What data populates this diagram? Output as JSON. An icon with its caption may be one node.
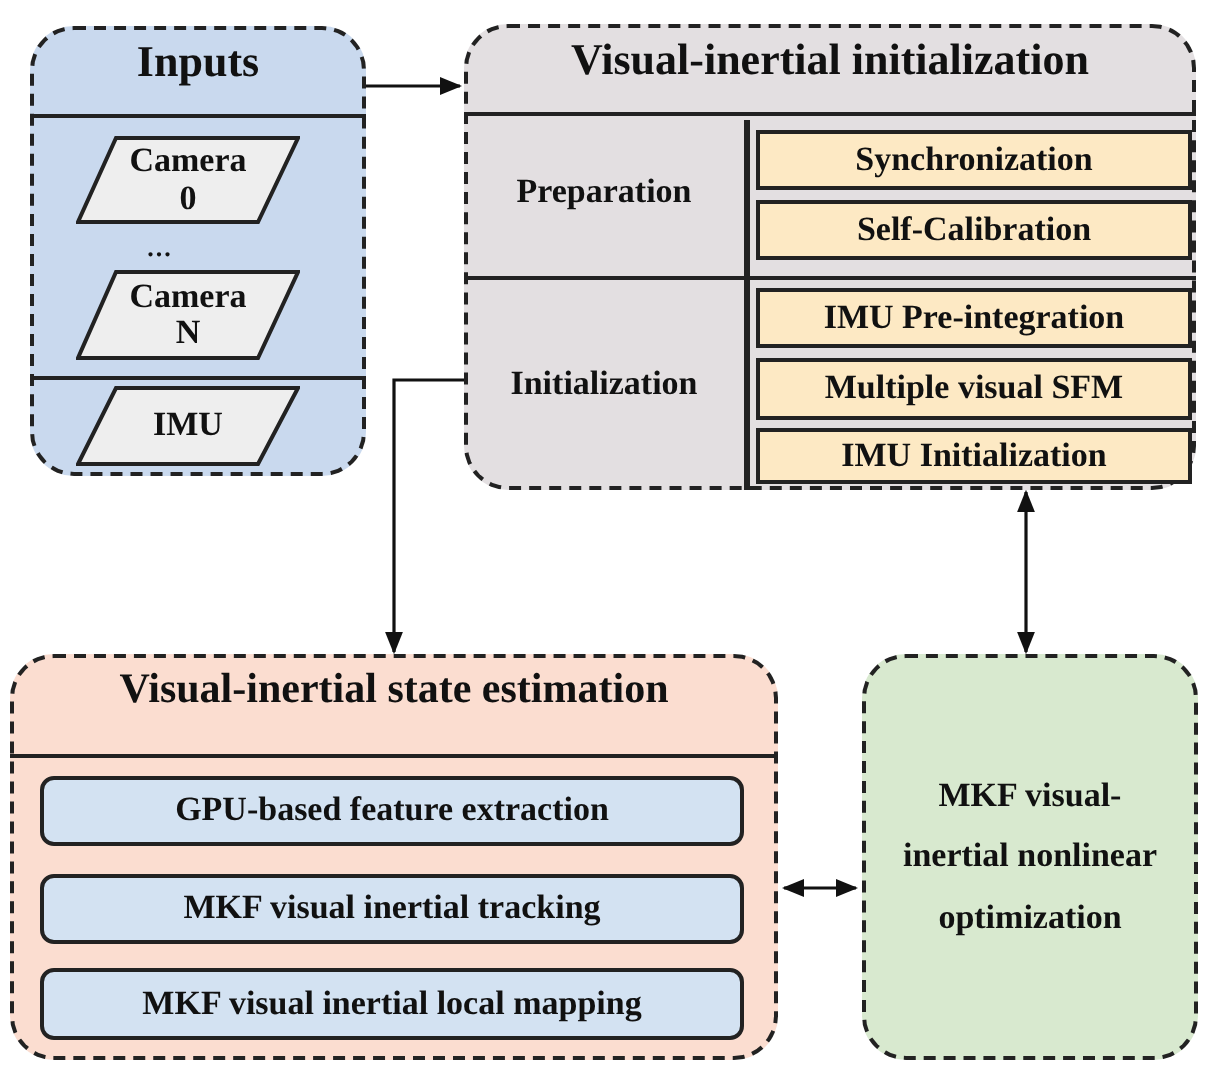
{
  "diagram": {
    "nodes": [
      {
        "text": [
          "Inputs"
        ]
      },
      {
        "text": [
          "Camera 0"
        ],
        "in": 0
      },
      {
        "text": [
          "Camera N"
        ],
        "in": 0
      },
      {
        "text": [
          "IMU"
        ],
        "in": 0
      },
      {
        "text": [
          "Visual-inertial initialization"
        ]
      },
      {
        "text": [
          "Preparation"
        ],
        "in": 4
      },
      {
        "text": [
          "Synchronization"
        ],
        "in": 5
      },
      {
        "text": [
          "Self-Calibration"
        ],
        "in": 5
      },
      {
        "text": [
          "Initialization"
        ],
        "in": 4
      },
      {
        "text": [
          "IMU Pre-integration"
        ],
        "in": 8
      },
      {
        "text": [
          "Multiple visual SFM"
        ],
        "in": 8
      },
      {
        "text": [
          "IMU Initialization"
        ],
        "in": 8
      },
      {
        "text": [
          "Visual-inertial state estimation"
        ]
      },
      {
        "text": [
          "GPU-based feature extraction"
        ],
        "in": 12
      },
      {
        "text": [
          "MKF visual inertial tracking"
        ],
        "in": 12
      },
      {
        "text": [
          "MKF visual inertial local mapping"
        ],
        "in": 12
      },
      {
        "text": [
          "MKF visual-inertial nonlinear optimization"
        ]
      }
    ],
    "edges": [
      {
        "from": 0,
        "to": 4,
        "arrow": "to"
      },
      {
        "from": 8,
        "to": 12,
        "arrow": "to"
      },
      {
        "from": 4,
        "to": 16,
        "arrow": "both"
      },
      {
        "from": 12,
        "to": 16,
        "arrow": "both"
      }
    ],
    "labels": [
      "..."
    ]
  }
}
